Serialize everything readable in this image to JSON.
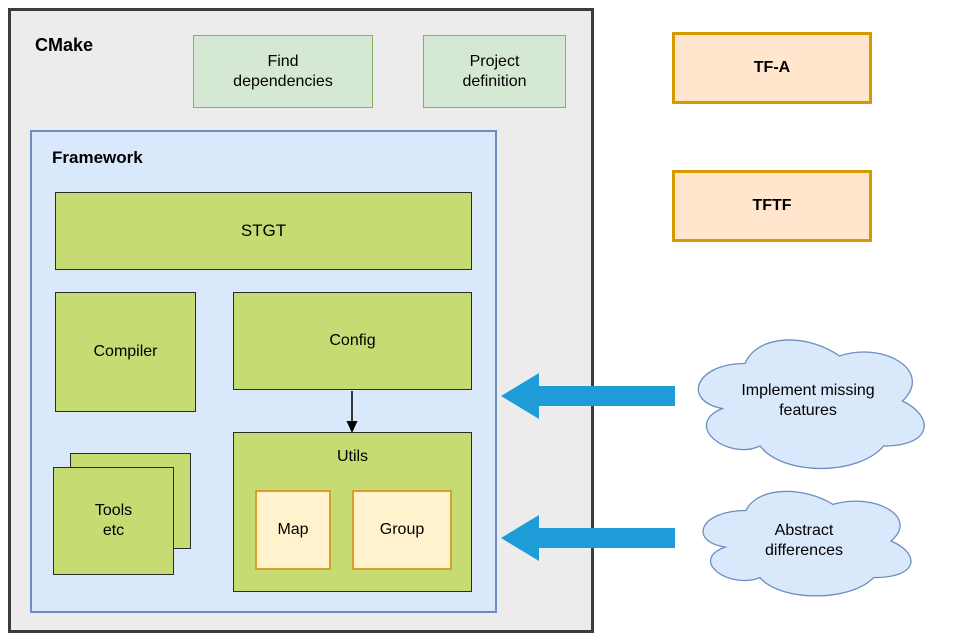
{
  "nodes": {
    "cmake": {
      "label": "CMake"
    },
    "find_dependencies": {
      "label": "Find dependencies"
    },
    "project_definition": {
      "label": "Project definition"
    },
    "framework": {
      "label": "Framework"
    },
    "stgt": {
      "label": "STGT"
    },
    "compiler": {
      "label": "Compiler"
    },
    "config": {
      "label": "Config"
    },
    "utils": {
      "label": "Utils"
    },
    "map": {
      "label": "Map"
    },
    "group": {
      "label": "Group"
    },
    "tools": {
      "label": "Tools\netc"
    },
    "tfa": {
      "label": "TF-A"
    },
    "tftf": {
      "label": "TFTF"
    }
  },
  "annotations": {
    "implement_missing": {
      "label": "Implement missing features"
    },
    "abstract_differences": {
      "label": "Abstract differences"
    }
  },
  "colors": {
    "outer_fill": "#ececec",
    "outer_border": "#3c3c3c",
    "pale_green_fill": "#d5e8d4",
    "pale_green_border": "#82b366",
    "framework_fill": "#dae8fc",
    "framework_border": "#6c8ebf",
    "lime_fill": "#c6dc73",
    "lime_border": "#2b2b2b",
    "cream_fill": "#fff2cc",
    "cream_border": "#d6a029",
    "peach_fill": "#ffe6cc",
    "peach_border": "#d79b00",
    "cloud_fill": "#dae8fc",
    "cloud_border": "#6c8ebf",
    "arrow_blue": "#1d9cd8",
    "text": "#000000"
  }
}
